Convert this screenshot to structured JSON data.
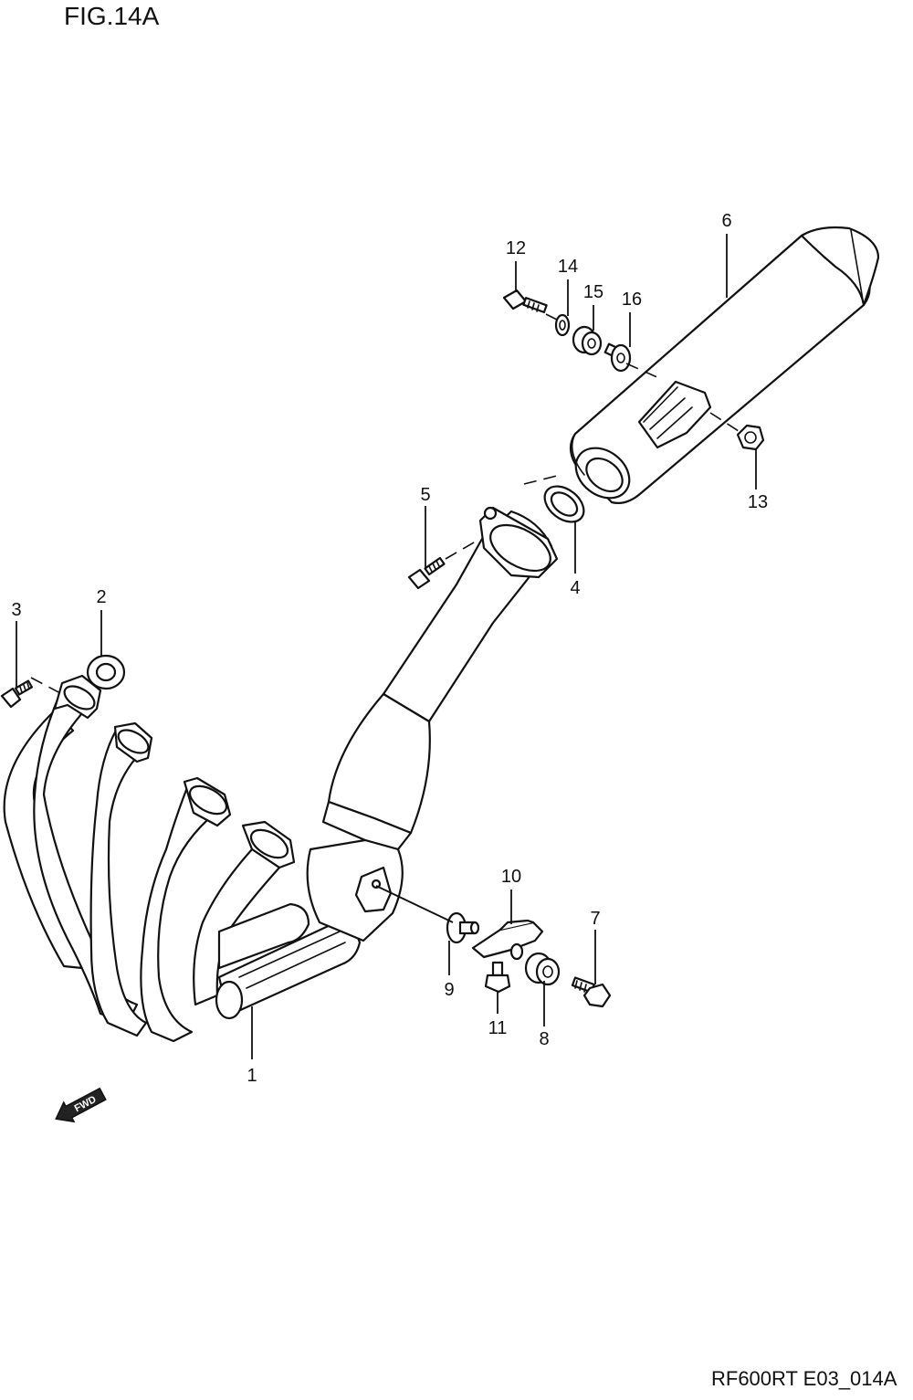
{
  "figure": {
    "title": "FIG.14A",
    "code": "RF600RT E03_014A"
  },
  "direction_arrow": {
    "label": "FWD",
    "icon": "fwd-arrow-icon"
  },
  "callouts": [
    {
      "id": "1",
      "label": "1"
    },
    {
      "id": "2",
      "label": "2"
    },
    {
      "id": "3",
      "label": "3"
    },
    {
      "id": "4",
      "label": "4"
    },
    {
      "id": "5",
      "label": "5"
    },
    {
      "id": "6",
      "label": "6"
    },
    {
      "id": "7",
      "label": "7"
    },
    {
      "id": "8",
      "label": "8"
    },
    {
      "id": "9",
      "label": "9"
    },
    {
      "id": "10",
      "label": "10"
    },
    {
      "id": "11",
      "label": "11"
    },
    {
      "id": "12",
      "label": "12"
    },
    {
      "id": "13",
      "label": "13"
    },
    {
      "id": "14",
      "label": "14"
    },
    {
      "id": "15",
      "label": "15"
    },
    {
      "id": "16",
      "label": "16"
    }
  ]
}
